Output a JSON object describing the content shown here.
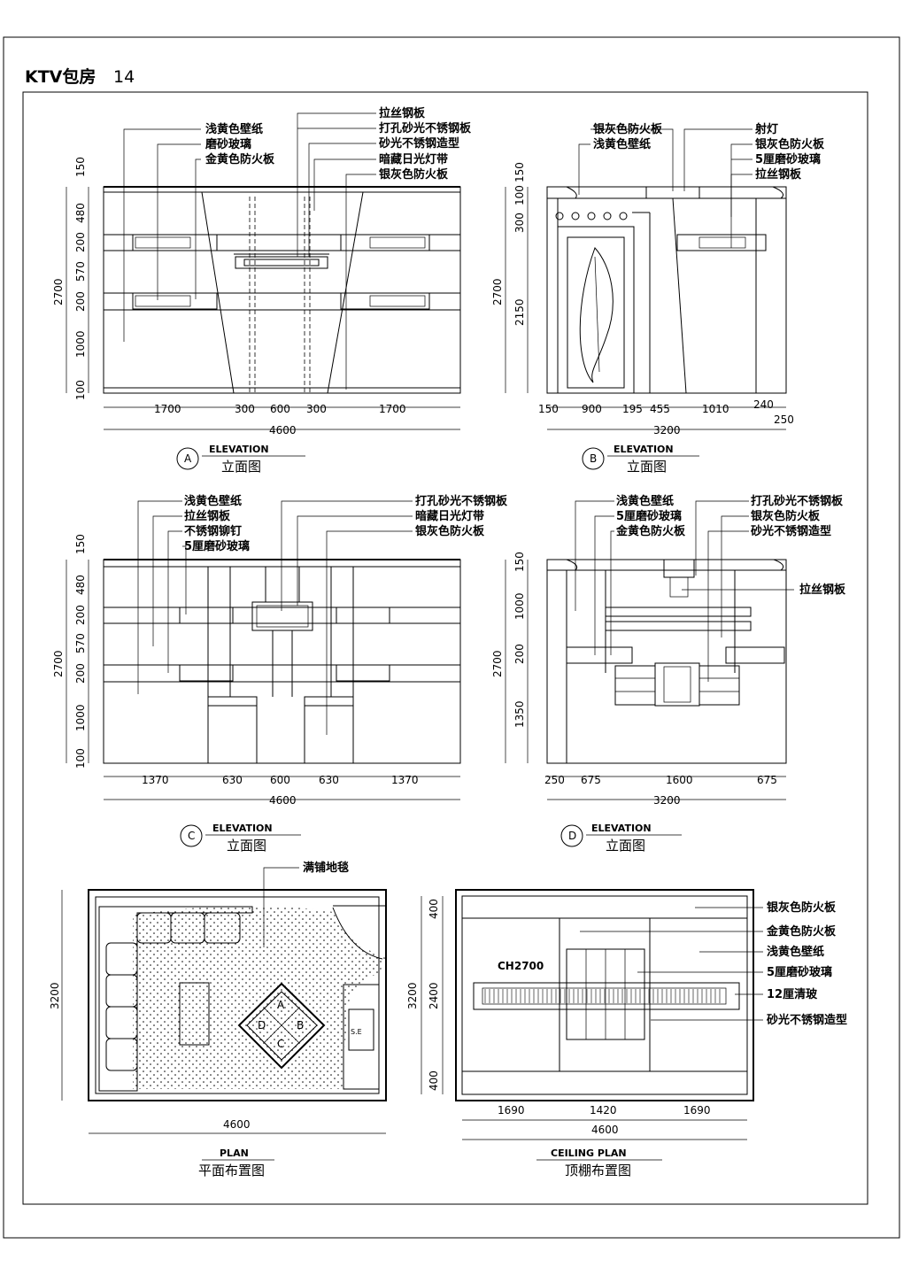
{
  "sheet": {
    "title": "KTV包房",
    "number": "14"
  },
  "elevation_a": {
    "marker": "A",
    "caption_en": "ELEVATION",
    "caption_cn": "立面图",
    "labels_left": [
      "浅黄色壁纸",
      "磨砂玻璃",
      "金黄色防火板"
    ],
    "labels_right": [
      "拉丝钢板",
      "打孔砂光不锈钢板",
      "砂光不锈钢造型",
      "暗藏日光灯带",
      "银灰色防火板"
    ],
    "vdims": [
      "150",
      "480",
      "200",
      "570",
      "200",
      "1000",
      "100"
    ],
    "vtotal": "2700",
    "hdims": [
      "1700",
      "300",
      "600",
      "300",
      "1700"
    ],
    "htotal": "4600"
  },
  "elevation_b": {
    "marker": "B",
    "caption_en": "ELEVATION",
    "caption_cn": "立面图",
    "labels_left": [
      "银灰色防火板",
      "浅黄色壁纸"
    ],
    "labels_right": [
      "射灯",
      "银灰色防火板",
      "5厘磨砂玻璃",
      "拉丝钢板"
    ],
    "vdims": [
      "150",
      "100",
      "300",
      "2150"
    ],
    "vtotal": "2700",
    "hdims": [
      "150",
      "900",
      "195",
      "455",
      "1010",
      "240",
      "250"
    ],
    "htotal": "3200"
  },
  "elevation_c": {
    "marker": "C",
    "caption_en": "ELEVATION",
    "caption_cn": "立面图",
    "labels_left": [
      "浅黄色壁纸",
      "拉丝钢板",
      "不锈钢铆钉",
      "5厘磨砂玻璃"
    ],
    "labels_right": [
      "打孔砂光不锈钢板",
      "暗藏日光灯带",
      "银灰色防火板"
    ],
    "vdims": [
      "150",
      "480",
      "200",
      "570",
      "200",
      "1000",
      "100"
    ],
    "vtotal": "2700",
    "hdims": [
      "1370",
      "630",
      "600",
      "630",
      "1370"
    ],
    "htotal": "4600"
  },
  "elevation_d": {
    "marker": "D",
    "caption_en": "ELEVATION",
    "caption_cn": "立面图",
    "labels_left": [
      "浅黄色壁纸",
      "5厘磨砂玻璃",
      "金黄色防火板"
    ],
    "labels_right": [
      "打孔砂光不锈钢板",
      "银灰色防火板",
      "砂光不锈钢造型",
      "拉丝钢板"
    ],
    "vdims": [
      "150",
      "1000",
      "200",
      "1350"
    ],
    "vtotal": "2700",
    "hdims": [
      "250",
      "675",
      "1600",
      "675"
    ],
    "htotal": "3200"
  },
  "plan": {
    "caption_en": "PLAN",
    "caption_cn": "平面布置图",
    "label": "满铺地毯",
    "vtotal": "3200",
    "htotal": "4600",
    "markers": [
      "A",
      "B",
      "C",
      "D"
    ],
    "tv_label": "S.E"
  },
  "ceiling": {
    "caption_en": "CEILING PLAN",
    "caption_cn": "顶棚布置图",
    "height_tag": "CH2700",
    "labels": [
      "银灰色防火板",
      "金黄色防火板",
      "浅黄色壁纸",
      "5厘磨砂玻璃",
      "12厘清玻",
      "砂光不锈钢造型"
    ],
    "vdims": [
      "400",
      "2400",
      "400"
    ],
    "vtotal": "3200",
    "hdims": [
      "1690",
      "1420",
      "1690"
    ],
    "htotal": "4600"
  }
}
